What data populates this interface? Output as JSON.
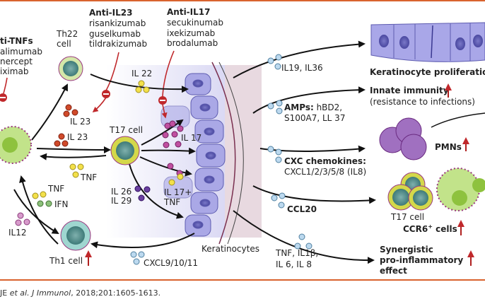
{
  "colors": {
    "rule": "#d9632e",
    "inhibitor": "#c0282b",
    "increase_arrow": "#b0201f",
    "keratinocyte": "#9a9ae0",
    "il23": "#d04a2a",
    "il22": "#f3e04a",
    "il17": "#b3338f",
    "il26": "#6a3fa0",
    "chemokine": "#bcd9ef",
    "dendritic_cell": "#b8e07a",
    "t17_ring": "#d4d84a",
    "th1_cell": "#9fd6d0"
  },
  "drugs": {
    "anti_tnf": {
      "title": "ti-TNFs",
      "items": [
        "alimumab",
        "nercept",
        "iximab"
      ]
    },
    "anti_il23": {
      "title": "Anti-IL23",
      "items": [
        "risankizumab",
        "guselkumab",
        "tildrakizumab"
      ]
    },
    "anti_il17": {
      "title": "Anti-IL17",
      "items": [
        "secukinumab",
        "ixekizumab",
        "brodalumab"
      ]
    }
  },
  "cells": {
    "th22": [
      "Th22",
      "cell"
    ],
    "t17": "T17 cell",
    "th1": "Th1 cell",
    "keratinocytes": "Keratinocytes",
    "t17_right": "T17 cell"
  },
  "cytokines": {
    "il22": "IL 22",
    "il23a": "IL 23",
    "il23b": "IL 23",
    "il17": "IL 17",
    "tnf1": "TNF",
    "tnf2": "TNF",
    "ifn": "IFN",
    "il26": "IL 26",
    "il29": "IL 29",
    "il17tnf": [
      "IL 17+",
      "TNF"
    ],
    "il12": "IL12",
    "cxcl9": "CXCL9/10/11"
  },
  "outputs": {
    "il19": "IL19, IL36",
    "prolif": "Keratinocyte proliferation",
    "innate": "Innate immunity",
    "innate_sub": "(resistance to infections)",
    "amps_label": "AMPs:",
    "amps_a": " hBD2,",
    "amps_b": "S100A7, LL 37",
    "pmns": "PMNs",
    "cxc_label": "CXC chemokines:",
    "cxc_list": "CXCL1/2/3/5/8 (IL8)",
    "ccl20": "CCL20",
    "ccr6_label": "CCR6",
    "ccr6_sup": "+",
    "ccr6_tail": " cells",
    "tnf_il1": "TNF, IL1β,",
    "il6_il8": "IL 6, IL 8",
    "syn": [
      "Synergistic",
      "pro-inflammatory",
      "effect"
    ]
  },
  "citation": {
    "authors": "JE ",
    "etal": "et al. ",
    "journal": "J Immunol",
    ",rest": "",
    "rest": ", 2018;201:1605-1613."
  }
}
